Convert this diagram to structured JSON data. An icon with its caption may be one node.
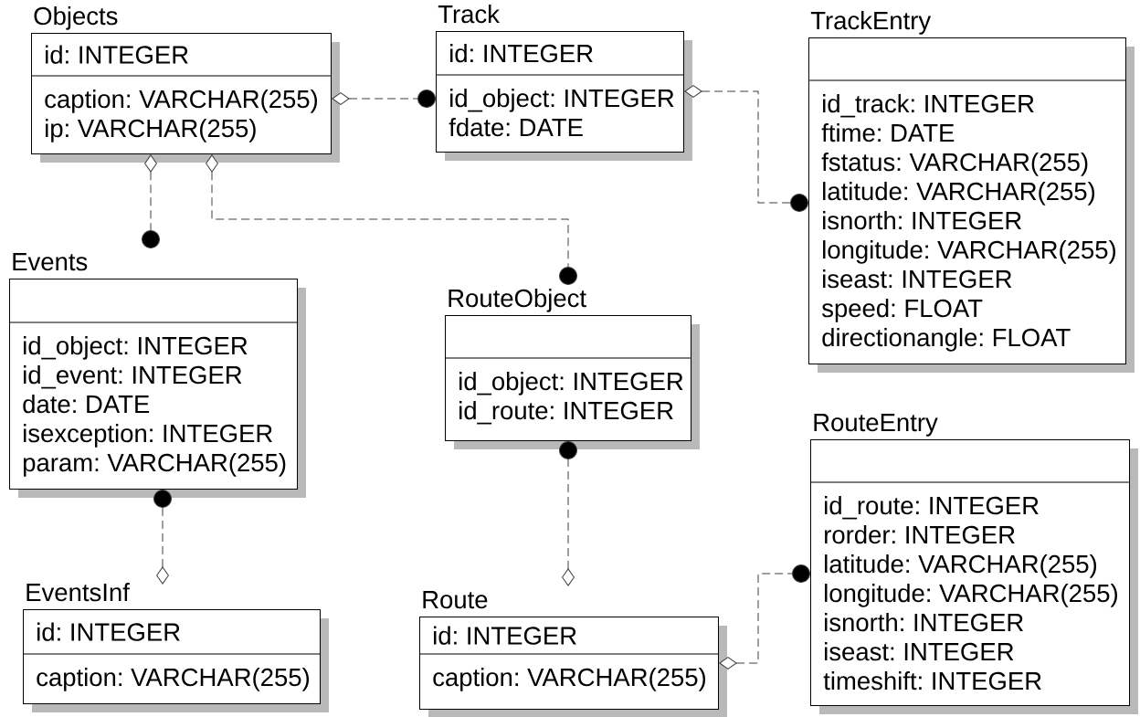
{
  "diagram": {
    "nodes": [
      {
        "text": [
          "Objects",
          "id: INTEGER",
          "caption: VARCHAR(255)",
          "ip: VARCHAR(255)"
        ]
      },
      {
        "text": [
          "Track",
          "id: INTEGER",
          "id_object: INTEGER",
          "fdate: DATE"
        ]
      },
      {
        "text": [
          "TrackEntry",
          "id_track: INTEGER",
          "ftime: DATE",
          "fstatus: VARCHAR(255)",
          "latitude: VARCHAR(255)",
          "isnorth: INTEGER",
          "longitude: VARCHAR(255)",
          "iseast: INTEGER",
          "speed: FLOAT",
          "directionangle: FLOAT"
        ]
      },
      {
        "text": [
          "Events",
          "id_object: INTEGER",
          "id_event: INTEGER",
          "date: DATE",
          "isexception: INTEGER",
          "param: VARCHAR(255)"
        ]
      },
      {
        "text": [
          "RouteObject",
          "id_object: INTEGER",
          "id_route: INTEGER"
        ]
      },
      {
        "text": [
          "EventsInf",
          "id: INTEGER",
          "caption: VARCHAR(255)"
        ]
      },
      {
        "text": [
          "Route",
          "id: INTEGER",
          "caption: VARCHAR(255)"
        ]
      },
      {
        "text": [
          "RouteEntry",
          "id_route: INTEGER",
          "rorder: INTEGER",
          "latitude: VARCHAR(255)",
          "longitude: VARCHAR(255)",
          "isnorth: INTEGER",
          "iseast: INTEGER",
          "timeshift: INTEGER"
        ]
      }
    ],
    "edges": [
      {
        "from": 0,
        "to": 1,
        "arrow": "other"
      },
      {
        "from": 1,
        "to": 2,
        "arrow": "other"
      },
      {
        "from": 0,
        "to": 3,
        "arrow": "other"
      },
      {
        "from": 0,
        "to": 4,
        "arrow": "other"
      },
      {
        "from": 5,
        "to": 3,
        "arrow": "other"
      },
      {
        "from": 6,
        "to": 4,
        "arrow": "other"
      },
      {
        "from": 6,
        "to": 7,
        "arrow": "other"
      }
    ]
  }
}
